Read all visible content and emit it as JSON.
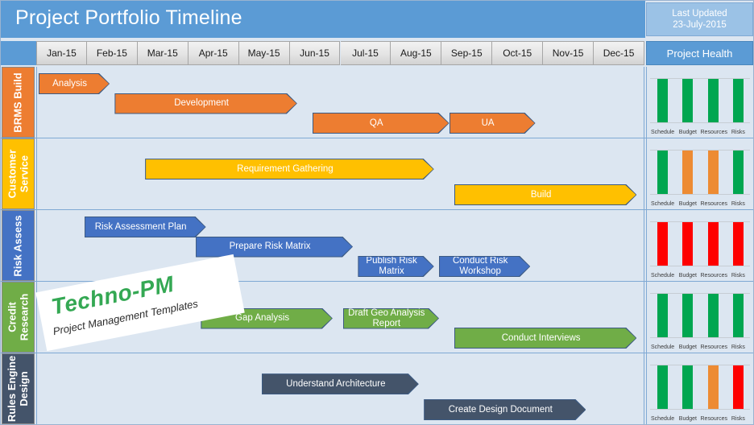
{
  "header": {
    "title": "Project Portfolio Timeline",
    "last_updated_label": "Last Updated",
    "last_updated_value": "23-July-2015",
    "health_header": "Project Health",
    "title_bg": "#5b9bd5",
    "updated_bg": "#9bc2e6"
  },
  "months": [
    "Jan-15",
    "Feb-15",
    "Mar-15",
    "Apr-15",
    "May-15",
    "Jun-15",
    "Jul-15",
    "Aug-15",
    "Sep-15",
    "Oct-15",
    "Nov-15",
    "Dec-15"
  ],
  "health_metrics": [
    "Schedule",
    "Budget",
    "Resources",
    "Risks"
  ],
  "status_colors": {
    "green": "#00a650",
    "amber": "#ed8b33",
    "red": "#fe0000"
  },
  "rows": [
    {
      "label": "BRMS Build",
      "label_color": "#ed7d31",
      "bar_color": "#ed7d31",
      "tasks": [
        {
          "name": "Analysis",
          "start_month": 1,
          "duration_months": 1.4
        },
        {
          "name": "Development",
          "start_month": 2.5,
          "duration_months": 3.6
        },
        {
          "name": "QA",
          "start_month": 6.4,
          "duration_months": 2.7
        },
        {
          "name": "UA",
          "start_month": 9.1,
          "duration_months": 1.7
        }
      ],
      "health": [
        "green",
        "green",
        "green",
        "green"
      ]
    },
    {
      "label": "Customer Service",
      "label_color": "#ffc000",
      "bar_color": "#ffc000",
      "tasks": [
        {
          "name": "Requirement Gathering",
          "start_month": 3.1,
          "duration_months": 5.7
        },
        {
          "name": "Build",
          "start_month": 9.2,
          "duration_months": 3.6
        }
      ],
      "health": [
        "green",
        "amber",
        "amber",
        "green"
      ]
    },
    {
      "label": "Risk Assess",
      "label_color": "#4472c4",
      "bar_color": "#4472c4",
      "tasks": [
        {
          "name": "Risk Assessment Plan",
          "start_month": 1.9,
          "duration_months": 2.4
        },
        {
          "name": "Prepare Risk Matrix",
          "start_month": 4.1,
          "duration_months": 3.1
        },
        {
          "name": "Publish Risk Matrix",
          "start_month": 7.3,
          "duration_months": 1.5
        },
        {
          "name": "Conduct Risk Workshop",
          "start_month": 8.9,
          "duration_months": 1.8
        }
      ],
      "health": [
        "red",
        "red",
        "red",
        "red"
      ]
    },
    {
      "label": "Credit Research",
      "label_color": "#70ad47",
      "bar_color": "#70ad47",
      "tasks": [
        {
          "name": "Gap Analysis",
          "start_month": 4.2,
          "duration_months": 2.6
        },
        {
          "name": "Draft Geo Analysis Report",
          "start_month": 7.0,
          "duration_months": 1.9
        },
        {
          "name": "Conduct Interviews",
          "start_month": 9.2,
          "duration_months": 3.6
        }
      ],
      "health": [
        "green",
        "green",
        "green",
        "green"
      ]
    },
    {
      "label": "Rules Engine Design",
      "label_color": "#44546a",
      "bar_color": "#44546a",
      "tasks": [
        {
          "name": "Understand Architecture",
          "start_month": 5.4,
          "duration_months": 3.1
        },
        {
          "name": "Create Design Document",
          "start_month": 8.6,
          "duration_months": 3.2
        }
      ],
      "health": [
        "green",
        "green",
        "amber",
        "red"
      ]
    }
  ],
  "watermark": {
    "main": "Techno-PM",
    "sub": "Project Management Templates"
  }
}
